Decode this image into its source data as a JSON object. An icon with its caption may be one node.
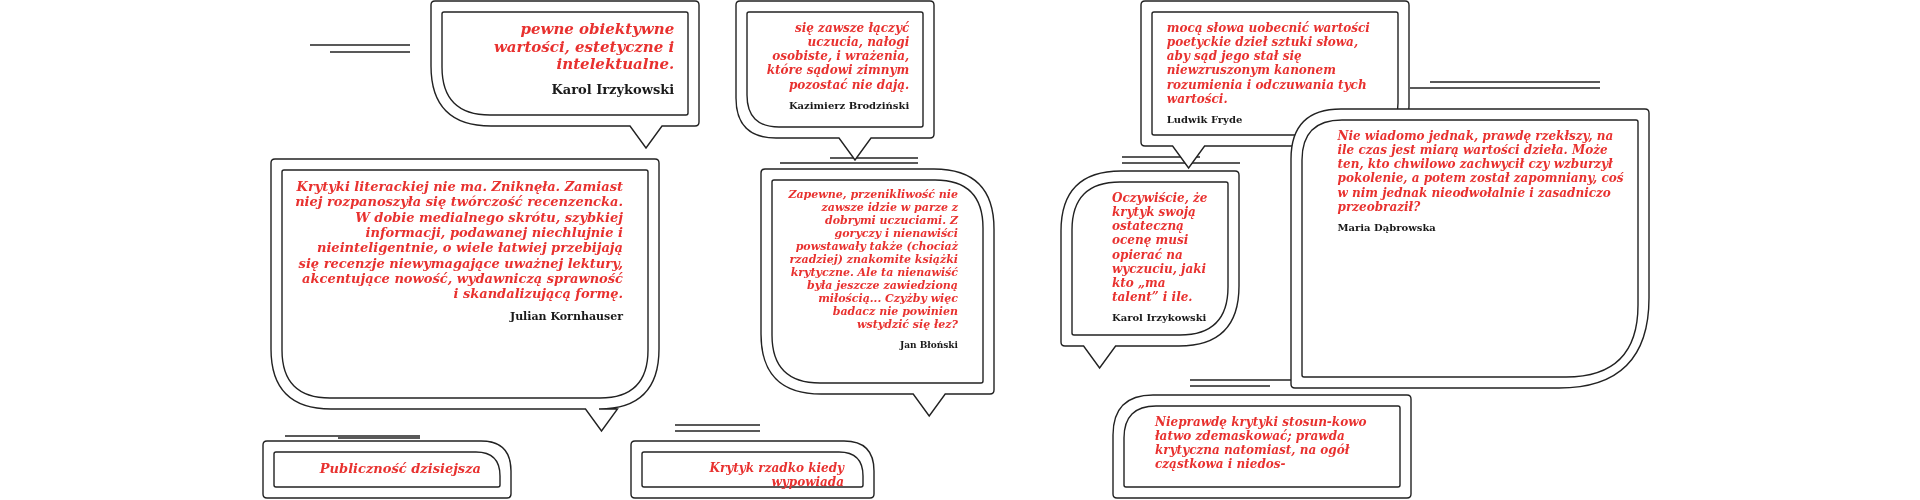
{
  "diagram": {
    "nodes": [
      {
        "text": [
          "pewne obiektywne wartości, estetyczne i intelektualne.",
          "Karol Irzykowski"
        ]
      },
      {
        "text": [
          "Krytyki literackiej nie ma. Zniknęła. Zamiast niej rozpanoszyła się twórczość recenzencka. W dobie medialnego skrótu, szybkiej informacji, podawanej niechlujnie i nieinteligentnie, o wiele łatwiej przebijają się recenzje niewymagające uważnej lektury, akcentujące nowość, wydawniczą sprawność i skandalizującą formę.",
          "Julian Kornhauser"
        ]
      },
      {
        "text": [
          "Publiczność dzisiejsza"
        ]
      },
      {
        "text": [
          "się zawsze łączyć uczucia, nałogi osobiste, i wrażenia, które sądowi zimnym pozostać nie dają.",
          "Kazimierz Brodziński"
        ]
      },
      {
        "text": [
          "Zapewne, przenikliwość nie zawsze idzie w parze z dobrymi uczuciami. Z goryczy i nienawiści powstawały także (chociaż rzadziej) znakomite książki krytyczne. Ale ta nienawiść była jeszcze zawiedzioną miłością... Czyżby więc badacz nie powinien wstydzić się łez?",
          "Jan Błoński"
        ]
      },
      {
        "text": [
          "Krytyk rzadko kiedy wypowiada"
        ]
      },
      {
        "text": [
          "mocą słowa uobecnić wartości poetyckie dzieł sztuki słowa, aby sąd jego stał się niewzruszonym kanonem rozumienia i odczuwania tych wartości.",
          "Ludwik Fryde"
        ]
      },
      {
        "text": [
          "Oczywiście, że krytyk swoją ostateczną ocenę musi opierać na wyczuciu, jaki kto „ma talent” i ile.",
          "Karol Irzykowski"
        ]
      },
      {
        "text": [
          "Nie wiadomo jednak, prawdę rzekłszy, na ile czas jest miarą wartości dzieła. Może ten, kto chwilowo zachwycił czy wzburzył pokolenie, a potem został zapomniany, coś w nim jednak nieodwołalnie i zasadniczo przeobraził?",
          "Maria Dąbrowska"
        ]
      },
      {
        "text": [
          "Nieprawdę krytyki stosun-kowo łatwo zdemaskować; prawda krytyczna natomiast, na ogół cząstkowa i niedos-"
        ]
      }
    ]
  }
}
